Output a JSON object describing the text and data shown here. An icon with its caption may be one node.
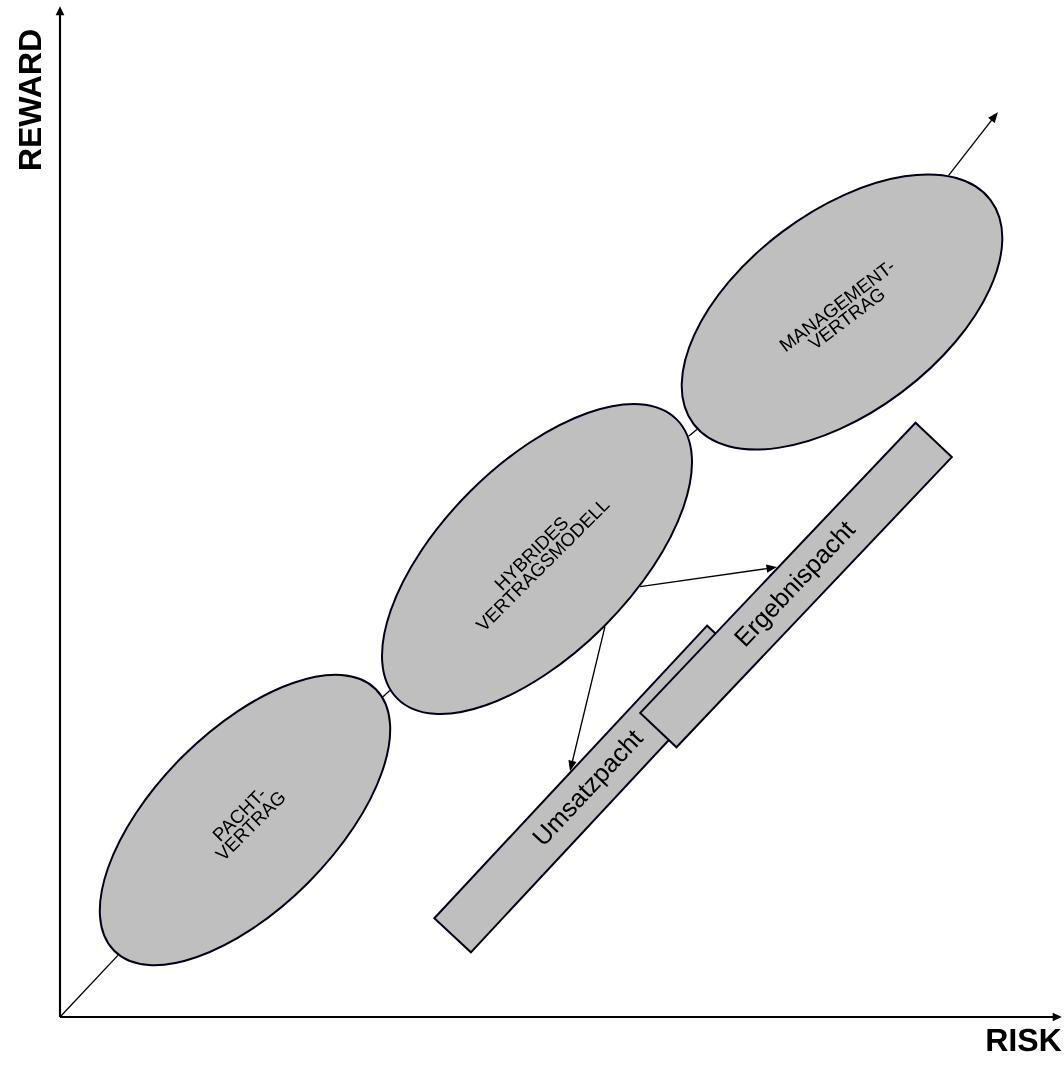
{
  "diagram": {
    "nodes": [
      {
        "text": [
          "PACHT- VERTRAG"
        ]
      },
      {
        "text": [
          "HYBRIDES VERTRAGSMODELL"
        ]
      },
      {
        "text": [
          "MANAGEMENT- VERTRAG"
        ]
      },
      {
        "text": [
          "Umsatzpacht"
        ]
      },
      {
        "text": [
          "Ergebnispacht"
        ]
      }
    ],
    "edges": [
      {
        "from": null,
        "to": 0,
        "arrow": "none"
      },
      {
        "from": 0,
        "to": 1,
        "arrow": "none"
      },
      {
        "from": 1,
        "to": 2,
        "arrow": "none"
      },
      {
        "from": 2,
        "to": null,
        "arrow": "to"
      },
      {
        "from": 1,
        "to": 3,
        "arrow": "to"
      },
      {
        "from": 1,
        "to": 4,
        "arrow": "to"
      }
    ],
    "labels": [
      "REWARD",
      "RISK"
    ]
  }
}
